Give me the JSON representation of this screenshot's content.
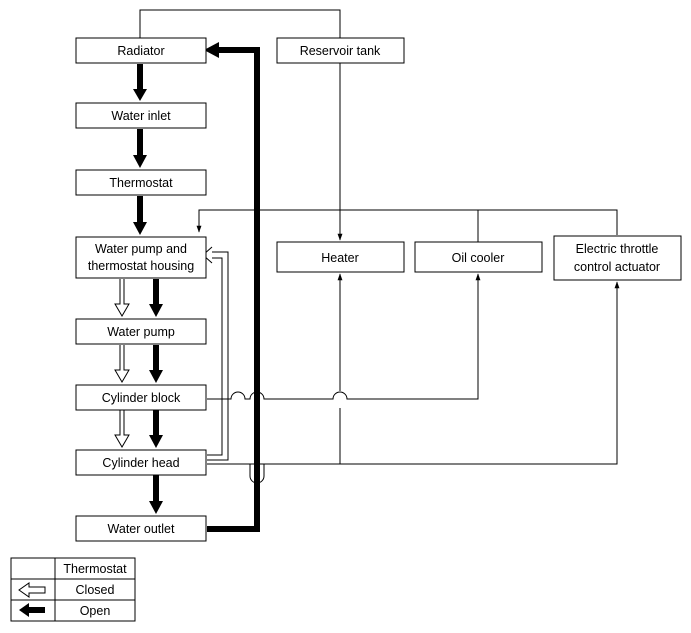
{
  "nodes": {
    "radiator": "Radiator",
    "reservoir_tank": "Reservoir tank",
    "water_inlet": "Water inlet",
    "thermostat": "Thermostat",
    "water_pump_housing_line1": "Water pump and",
    "water_pump_housing_line2": "thermostat housing",
    "water_pump": "Water pump",
    "cylinder_block": "Cylinder block",
    "cylinder_head": "Cylinder head",
    "water_outlet": "Water outlet",
    "heater": "Heater",
    "oil_cooler": "Oil cooler",
    "throttle_line1": "Electric throttle",
    "throttle_line2": "control actuator"
  },
  "legend": {
    "header": "Thermostat",
    "closed": "Closed",
    "open": "Open"
  },
  "colors": {
    "line": "#000000",
    "background": "#ffffff"
  }
}
